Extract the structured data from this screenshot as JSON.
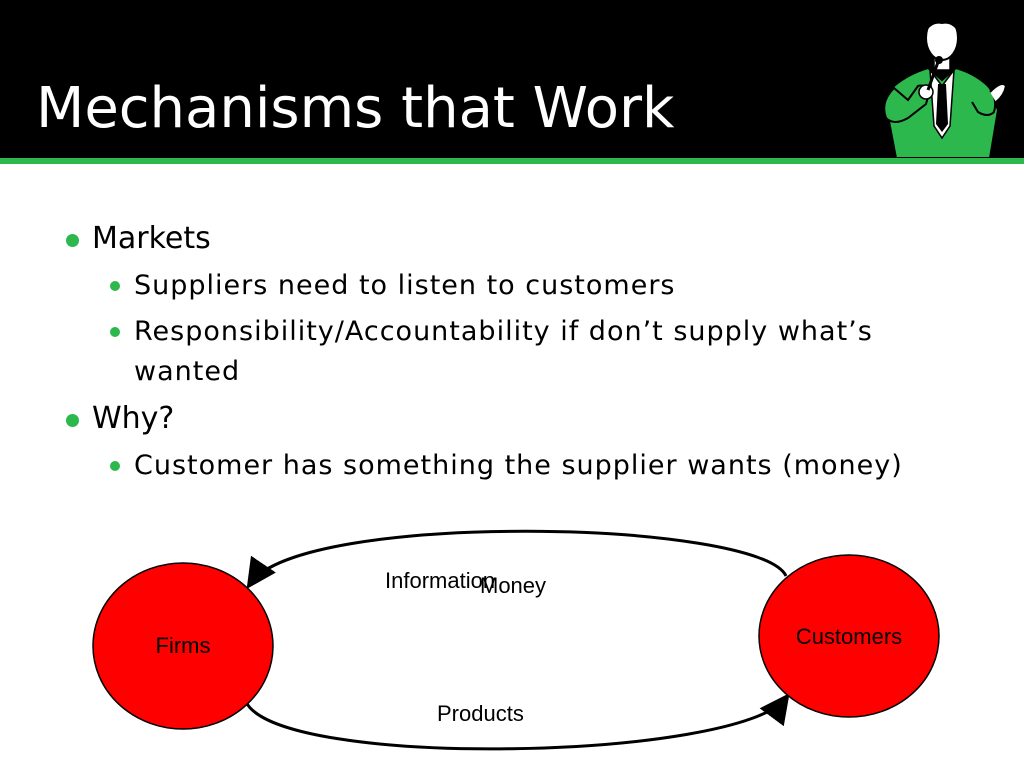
{
  "slide": {
    "title": "Mechanisms that Work",
    "speaker_icon": "speaker-with-microphone-icon",
    "colors": {
      "title_bar": "#000000",
      "accent": "#2db84d",
      "node_fill": "#ff0000"
    },
    "bullets": [
      {
        "text": "Markets",
        "sub": [
          {
            "text": "Suppliers need to listen to customers"
          },
          {
            "text": "Responsibility/Accountability if don’t supply what’s wanted"
          }
        ]
      },
      {
        "text": "Why?",
        "sub": [
          {
            "text": "Customer has something the supplier wants (money)"
          }
        ]
      }
    ]
  },
  "diagram": {
    "nodes": {
      "firms": "Firms",
      "customers": "Customers"
    },
    "edges": {
      "information": "Information",
      "money": "Money",
      "products": "Products"
    }
  }
}
